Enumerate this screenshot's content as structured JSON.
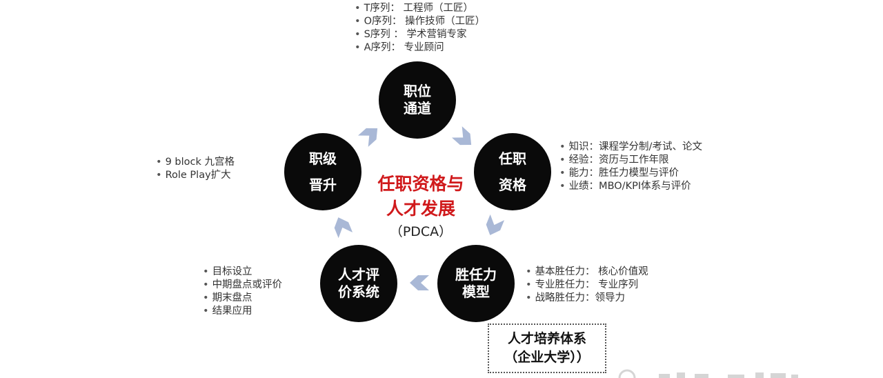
{
  "colors": {
    "node_fill": "#0a0a0a",
    "node_text": "#ffffff",
    "arrow": "#a9b8d6",
    "center_title": "#d0191b"
  },
  "center": {
    "title_line1": "任职资格与",
    "title_line2": "人才发展",
    "subtitle": "（PDCA）"
  },
  "nodes": {
    "career_path": {
      "line1": "职位",
      "line2": "通道"
    },
    "qualification": {
      "line1": "任职",
      "line2": "资格"
    },
    "competency": {
      "line1": "胜任力",
      "line2": "模型"
    },
    "talent_review": {
      "line1": "人才评",
      "line2": "价系统"
    },
    "promotion": {
      "line1": "职级",
      "line2": "晋升"
    }
  },
  "notes": {
    "career_path": [
      "T序列：  工程师（工匠）",
      "O序列：  操作技师（工匠）",
      "S序列 ：  学术营销专家",
      "A序列：  专业顾问"
    ],
    "qualification": [
      "知识：课程学分制/考试、论文",
      "经验：资历与工作年限",
      "能力：胜任力模型与评价",
      "业绩：MBO/KPI体系与评价"
    ],
    "competency": [
      "基本胜任力：  核心价值观",
      "专业胜任力：  专业序列",
      "战略胜任力：领导力"
    ],
    "talent_review": [
      "目标设立",
      "中期盘点或评价",
      "期末盘点",
      "结果应用"
    ],
    "promotion": [
      "9 block 九宫格",
      "Role Play扩大"
    ]
  },
  "box": {
    "line1": "人才培养体系",
    "line2": "（企业大学））"
  },
  "icons": {
    "arrow": "chevron-arrow-icon",
    "watermark": "watermark-logo"
  }
}
